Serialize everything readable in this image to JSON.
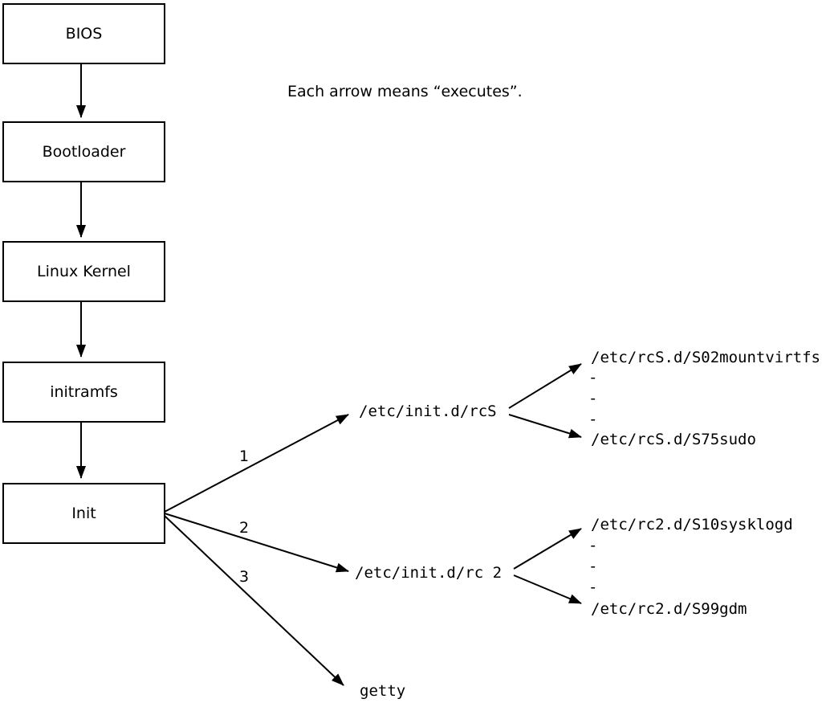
{
  "caption": "Each arrow means “executes”.",
  "chain": [
    {
      "label": "BIOS"
    },
    {
      "label": "Bootloader"
    },
    {
      "label": "Linux Kernel"
    },
    {
      "label": "initramfs"
    },
    {
      "label": "Init"
    }
  ],
  "branches": [
    {
      "order": "1",
      "target": "/etc/init.d/rcS"
    },
    {
      "order": "2",
      "target": "/etc/init.d/rc 2"
    },
    {
      "order": "3",
      "target": "getty"
    }
  ],
  "rcS_children": {
    "first": "/etc/rcS.d/S02mountvirtfs",
    "ellipsis": [
      "-",
      "-",
      "-"
    ],
    "last": "/etc/rcS.d/S75sudo"
  },
  "rc2_children": {
    "first": "/etc/rc2.d/S10sysklogd",
    "ellipsis": [
      "-",
      "-",
      "-"
    ],
    "last": "/etc/rc2.d/S99gdm"
  },
  "colors": {
    "line": "#000000",
    "background": "#ffffff",
    "text": "#000000"
  }
}
